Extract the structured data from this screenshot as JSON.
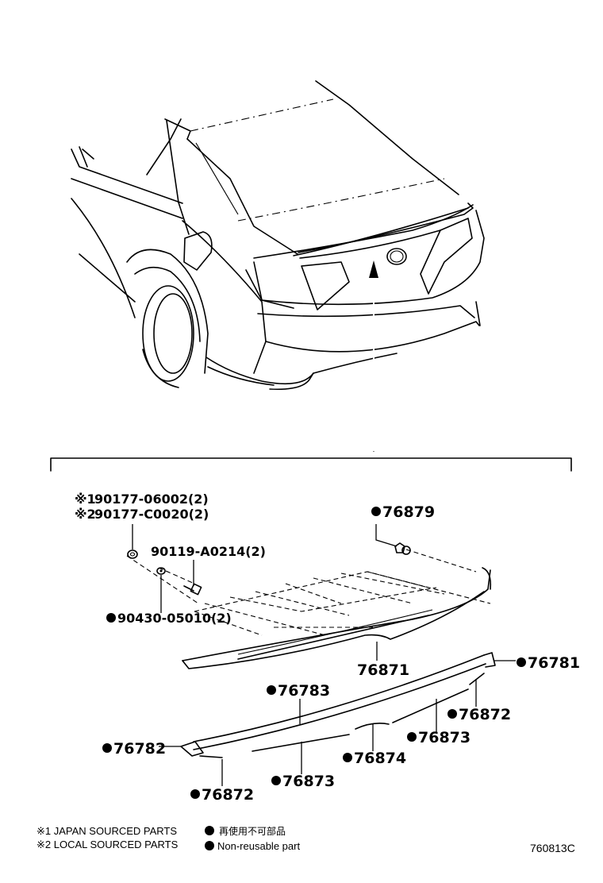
{
  "callouts": {
    "p_90177_06002": "90177-06002(2)",
    "p_90177_06002_mark": "※1",
    "p_90177_c0020": "90177-C0020(2)",
    "p_90177_c0020_mark": "※2",
    "p_90119": "90119-A0214(2)",
    "p_90430": "90430-05010(2)",
    "p_76879": "76879",
    "p_76871": "76871",
    "p_76781": "76781",
    "p_76783": "76783",
    "p_76872_right": "76872",
    "p_76873_right": "76873",
    "p_76874": "76874",
    "p_76782": "76782",
    "p_76873_left": "76873",
    "p_76872_left": "76872"
  },
  "legend": {
    "note1": "※1 JAPAN SOURCED PARTS",
    "note2": "※2 LOCAL SOURCED PARTS",
    "bullet_jp": "再使用不可部品",
    "bullet_en": "Non-reusable part"
  },
  "figure_code": "760813C",
  "icons": {
    "bullet": "filled-circle-icon",
    "reference": "reference-mark-icon"
  }
}
